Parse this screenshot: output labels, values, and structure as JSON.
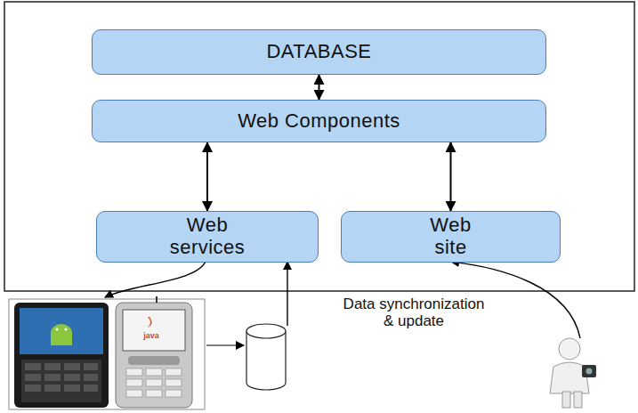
{
  "diagram": {
    "nodes": [
      {
        "text": [
          "DATABASE"
        ]
      },
      {
        "text": [
          "Web Components"
        ]
      },
      {
        "text": [
          "Web services"
        ]
      },
      {
        "text": [
          "Web site"
        ]
      }
    ],
    "edges": [
      {
        "from": 0,
        "to": 1,
        "arrow": "both"
      },
      {
        "from": 1,
        "to": 2,
        "arrow": "both"
      },
      {
        "from": 1,
        "to": 3,
        "arrow": "both"
      }
    ],
    "labels": [
      "Data synchronization & update",
      "java"
    ]
  }
}
